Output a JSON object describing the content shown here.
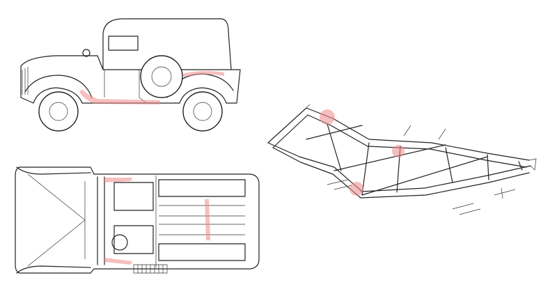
{
  "colors": {
    "line": "#222222",
    "highlight": "#e88888",
    "background": "#ffffff"
  },
  "views": [
    "side-view",
    "top-view",
    "frame-perspective"
  ]
}
